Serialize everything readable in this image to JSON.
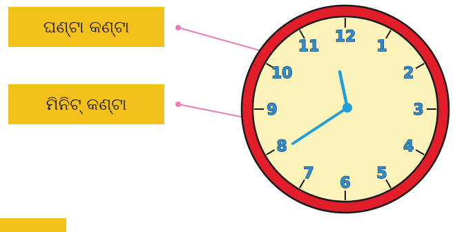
{
  "labels": {
    "hour_hand": "ଘଣ୍ଟା କଣ୍ଟା",
    "minute_hand": "ମିନିଟ୍ କଣ୍ଟା"
  },
  "clock": {
    "numbers": [
      "12",
      "1",
      "2",
      "3",
      "4",
      "5",
      "6",
      "7",
      "8",
      "9",
      "10",
      "11"
    ],
    "time_shown": "11:40"
  },
  "colors": {
    "label_bg": "#f4c01c",
    "rim": "#e21e2b",
    "face": "#fbf3b9",
    "hands": "#1e9fd9",
    "pointer": "#f07ab4"
  }
}
